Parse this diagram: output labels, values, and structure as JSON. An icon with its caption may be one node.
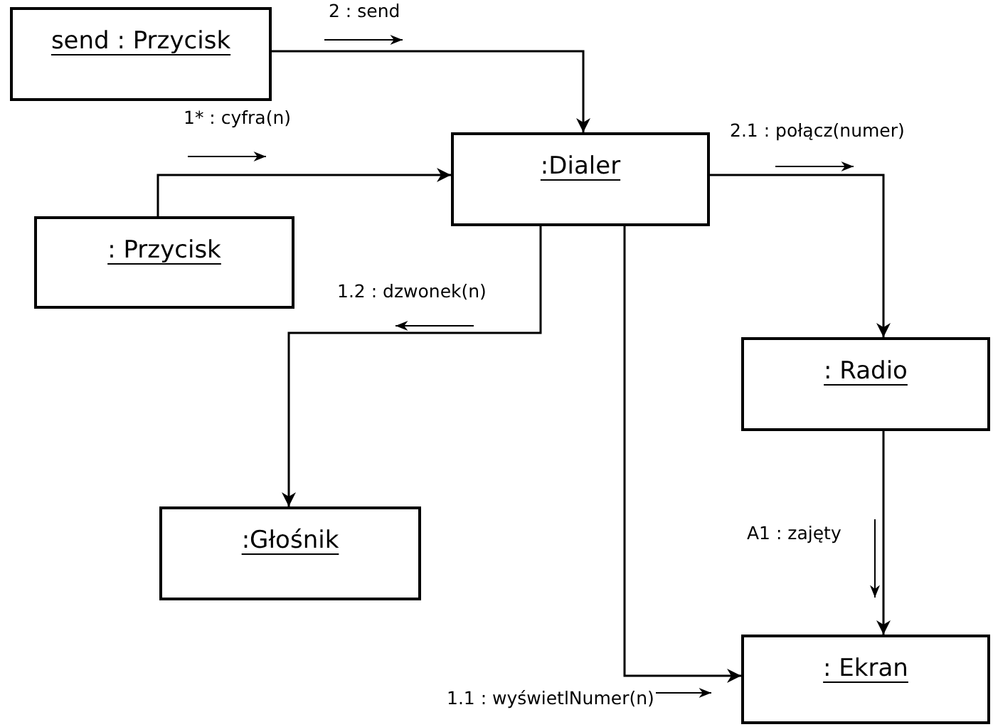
{
  "diagram": {
    "nodes": [
      {
        "text": [
          "send : Przycisk"
        ]
      },
      {
        "text": [
          ":Dialer"
        ]
      },
      {
        "text": [
          ": Przycisk"
        ]
      },
      {
        "text": [
          ": Radio"
        ]
      },
      {
        "text": [
          ":Głośnik"
        ]
      },
      {
        "text": [
          ": Ekran"
        ]
      }
    ],
    "edges": [
      {
        "from": 0,
        "to": 1,
        "arrow": "to",
        "label": "2 : send"
      },
      {
        "from": 2,
        "to": 1,
        "arrow": "to",
        "label": "1* : cyfra(n)"
      },
      {
        "from": 1,
        "to": 3,
        "arrow": "to",
        "label": "2.1 : połącz(numer)"
      },
      {
        "from": 1,
        "to": 4,
        "arrow": "to",
        "label": "1.2 : dzwonek(n)"
      },
      {
        "from": 1,
        "to": 5,
        "arrow": "to",
        "label": "1.1 : wyświetlNumer(n)"
      },
      {
        "from": 3,
        "to": 5,
        "arrow": "to",
        "label": "A1 : zajęty"
      }
    ]
  }
}
